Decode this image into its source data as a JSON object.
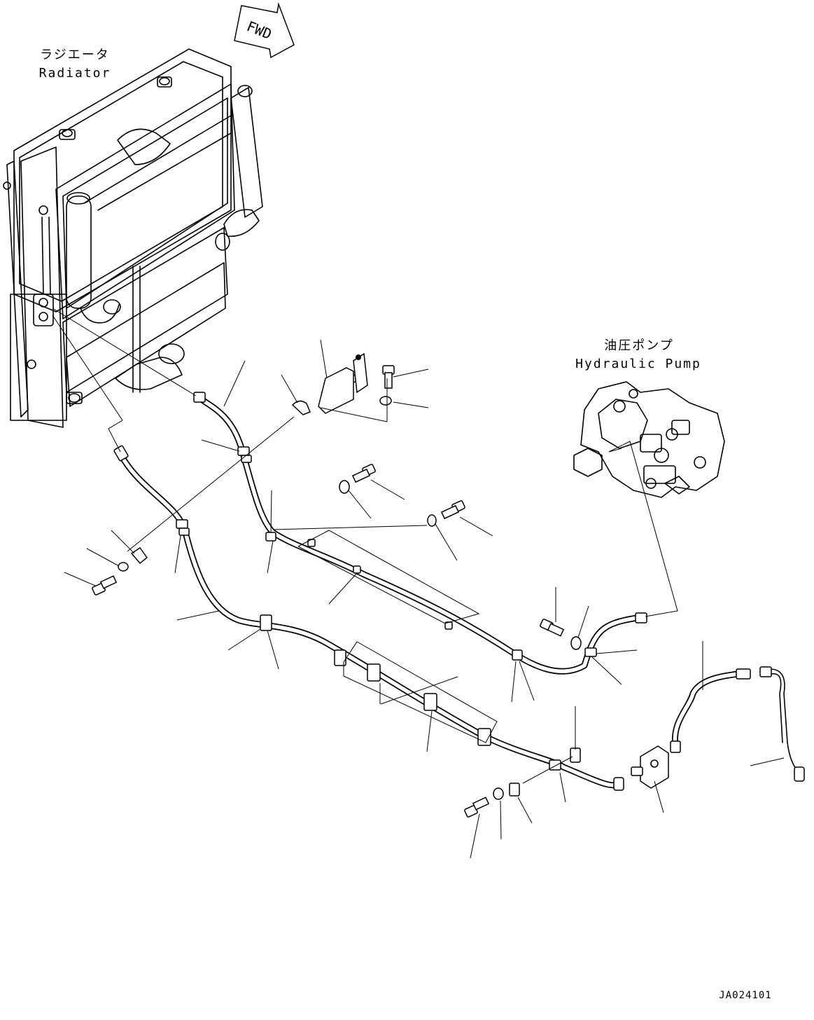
{
  "labels": {
    "fwd": "FWD",
    "radiator_jp": "ラジエータ",
    "radiator_en": "Radiator",
    "pump_jp": "油圧ポンプ",
    "pump_en": "Hydraulic Pump",
    "drawing_id": "JA024101"
  }
}
